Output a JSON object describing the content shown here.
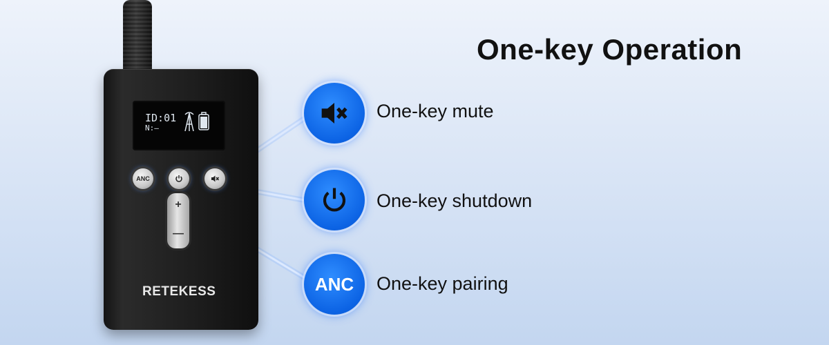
{
  "headline": "One-key Operation",
  "device": {
    "screen_id": "ID:01",
    "screen_n": "N:—",
    "btn_anc": "ANC",
    "btn_power_icon": "power-icon",
    "btn_mute_icon": "mute-icon",
    "rocker_plus": "+",
    "rocker_minus": "—",
    "brand": "RETEKESS"
  },
  "features": [
    {
      "icon": "mute-icon",
      "label": "One-key mute"
    },
    {
      "icon": "power-icon",
      "label": "One-key shutdown"
    },
    {
      "icon": "anc-text",
      "badge_text": "ANC",
      "label": "One-key pairing"
    }
  ],
  "colors": {
    "accent": "#0c63e4",
    "glow": "#5a96ff"
  }
}
